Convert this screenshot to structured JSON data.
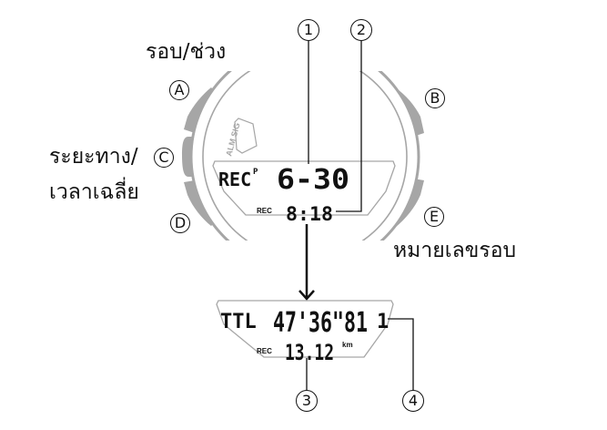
{
  "labels": {
    "button_a": "A",
    "button_b": "B",
    "button_c": "C",
    "button_d": "D",
    "button_e": "E",
    "a_function": "รอบ/ช่วง",
    "c_function_line1": "ระยะทาง/",
    "c_function_line2": "เวลาเฉลี่ย",
    "e_function": "หมายเลขรอบ"
  },
  "callouts": [
    "1",
    "2",
    "3",
    "4"
  ],
  "top_display": {
    "bezel_text": "ALM SIG",
    "mode_label": "REC",
    "mode_superscript": "P",
    "main_value": "6-30",
    "sub_label": "REC",
    "sub_value": "8:18"
  },
  "bottom_display": {
    "total_label": "TTL",
    "total_time": "47'36\"81",
    "lap_digit": "1",
    "sub_label": "REC",
    "distance": "13.12",
    "distance_unit": "km"
  },
  "colors": {
    "outline": "#a6a6a6",
    "button_fill": "#a6a6a6",
    "ink": "#111111"
  }
}
